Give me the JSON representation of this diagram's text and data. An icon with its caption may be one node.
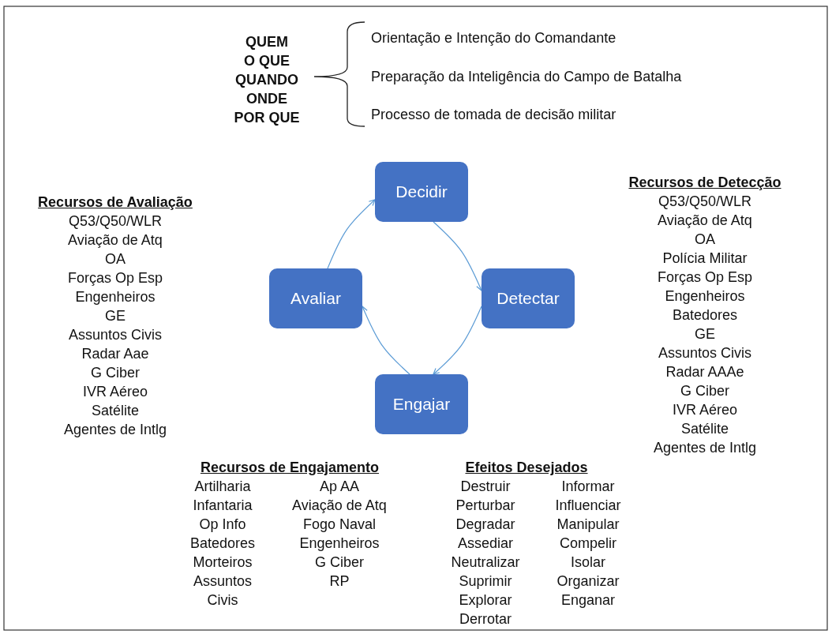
{
  "diagram": {
    "nodes": [
      {
        "text": [
          "Decidir"
        ]
      },
      {
        "text": [
          "Detectar"
        ]
      },
      {
        "text": [
          "Engajar"
        ]
      },
      {
        "text": [
          "Avaliar"
        ]
      }
    ],
    "edges": [
      {
        "from": 0,
        "to": 1,
        "arrow": "to"
      },
      {
        "from": 1,
        "to": 2,
        "arrow": "to"
      },
      {
        "from": 2,
        "to": 3,
        "arrow": "to"
      },
      {
        "from": 3,
        "to": 0,
        "arrow": "to"
      }
    ],
    "labels": [
      "QUEM",
      "O QUE",
      "QUANDO",
      "ONDE",
      "POR QUE",
      "Orientação e Intenção do Comandante",
      "Preparação da Inteligência do Campo de Batalha",
      "Processo de tomada de decisão militar",
      "Recursos de Avaliação",
      "Q53/Q50/WLR",
      "Aviação de Atq",
      "OA",
      "Forças Op Esp",
      "Engenheiros",
      "GE",
      "Assuntos Civis",
      "Radar Aae",
      "G Ciber",
      "IVR Aéreo",
      "Satélite",
      "Agentes de Intlg",
      "Recursos de Detecção",
      "Q53/Q50/WLR",
      "Aviação de Atq",
      "OA",
      "Polícia Militar",
      "Forças Op Esp",
      "Engenheiros",
      "Batedores",
      "GE",
      "Assuntos Civis",
      "Radar AAAe",
      "G Ciber",
      "IVR Aéreo",
      "Satélite",
      "Agentes de Intlg",
      "Recursos de Engajamento",
      "Artilharia",
      "Infantaria",
      "Op Info",
      "Batedores",
      "Morteiros",
      "Assuntos Civis",
      "Ap AA",
      "Aviação de Atq",
      "Fogo Naval",
      "Engenheiros",
      "G Ciber",
      "RP",
      "Efeitos Desejados",
      "Destruir",
      "Perturbar",
      "Degradar",
      "Assediar",
      "Neutralizar",
      "Suprimir",
      "Explorar",
      "Derrotar",
      "Informar",
      "Influenciar",
      "Manipular",
      "Compelir",
      "Isolar",
      "Organizar",
      "Enganar"
    ]
  }
}
